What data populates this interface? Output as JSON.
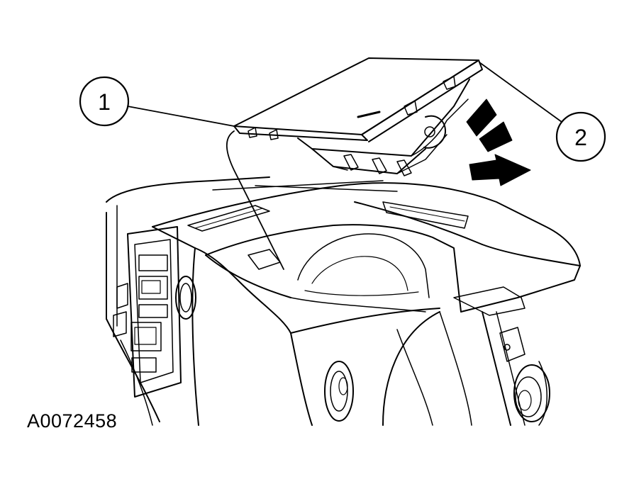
{
  "callouts": [
    {
      "number": "1"
    },
    {
      "number": "2"
    }
  ],
  "figure_id": "A0072458"
}
